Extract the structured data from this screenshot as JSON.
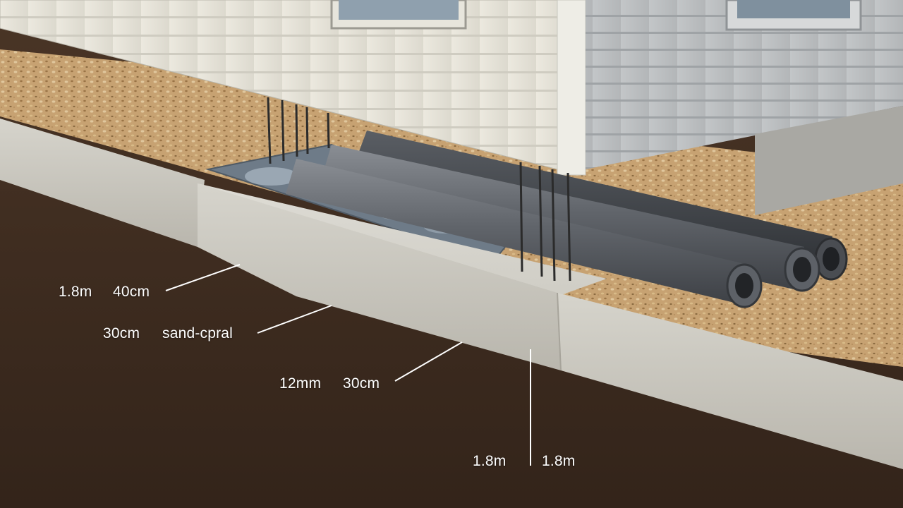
{
  "annotations": {
    "a1": {
      "left": "1.8m",
      "right": "40cm"
    },
    "a2": {
      "left": "30cm",
      "right": "sand-cpral"
    },
    "a3": {
      "left": "12mm",
      "right": "30cm"
    },
    "a4": {
      "left": "1.8m",
      "right": "1.8m"
    }
  },
  "colors": {
    "soil": "#3f2c1f",
    "concrete": "#c9c7bf",
    "gravel": "#c9a470",
    "siding": "#e8e6dc",
    "pipe": "#5f6369",
    "membrane": "#6f7c89",
    "rebar": "#2b2b2b",
    "annotation_text": "#ffffff"
  }
}
